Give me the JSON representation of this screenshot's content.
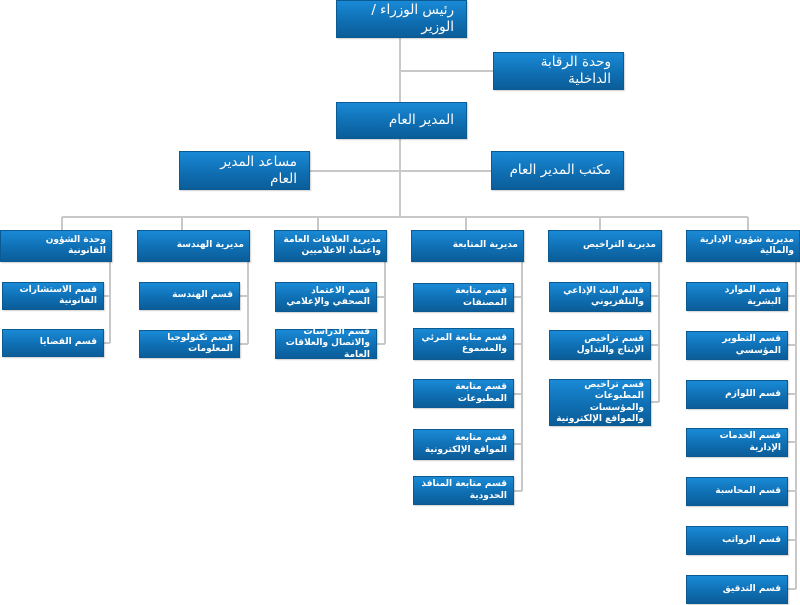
{
  "org_chart": {
    "minister": "رئيس الوزراء / الوزير",
    "internal_control": "وحدة الرقابة الداخلية",
    "director_general": "المدير العام",
    "dg_office": "مكتب المدير العام",
    "assistant_dg": "مساعد المدير العام",
    "directorates": [
      {
        "name": "مديرية شؤون الإدارية والمالية",
        "sections": [
          "قسم الموارد البشرية",
          "قسم التطوير المؤسسي",
          "قسم اللوازم",
          "قسم الخدمات الإدارية",
          "قسم المحاسبة",
          "قسم الرواتب",
          "قسم التدقيق"
        ]
      },
      {
        "name": "مديرية التراخيص",
        "sections": [
          "قسم البث الإذاعي والتلفزيوني",
          "قسم تراخيص الإنتاج والتداول",
          "قسم تراخيص المطبوعات والمؤسسات والمواقع الإلكترونية"
        ]
      },
      {
        "name": "مديرية المتابعة",
        "sections": [
          "قسم متابعة المصنفات",
          "قسم متابعة المرئي والمسموع",
          "قسم متابعة المطبوعات",
          "قسم متابعة المواقع الإلكترونية",
          "قسم متابعة المنافذ الحدودية"
        ]
      },
      {
        "name": "مديرية العلاقات العامة واعتماد الاعلاميين",
        "sections": [
          "قسم الاعتماد الصحفي والإعلامي",
          "قسم الدراسات والاتصال والعلاقات العامة"
        ]
      },
      {
        "name": "مديرية الهندسة",
        "sections": [
          "قسم الهندسة",
          "قسم تكنولوجيا المعلومات"
        ]
      },
      {
        "name": "وحدة الشؤون القانونية",
        "sections": [
          "قسم الاستشارات القانونية",
          "قسم القضايا"
        ]
      }
    ]
  }
}
